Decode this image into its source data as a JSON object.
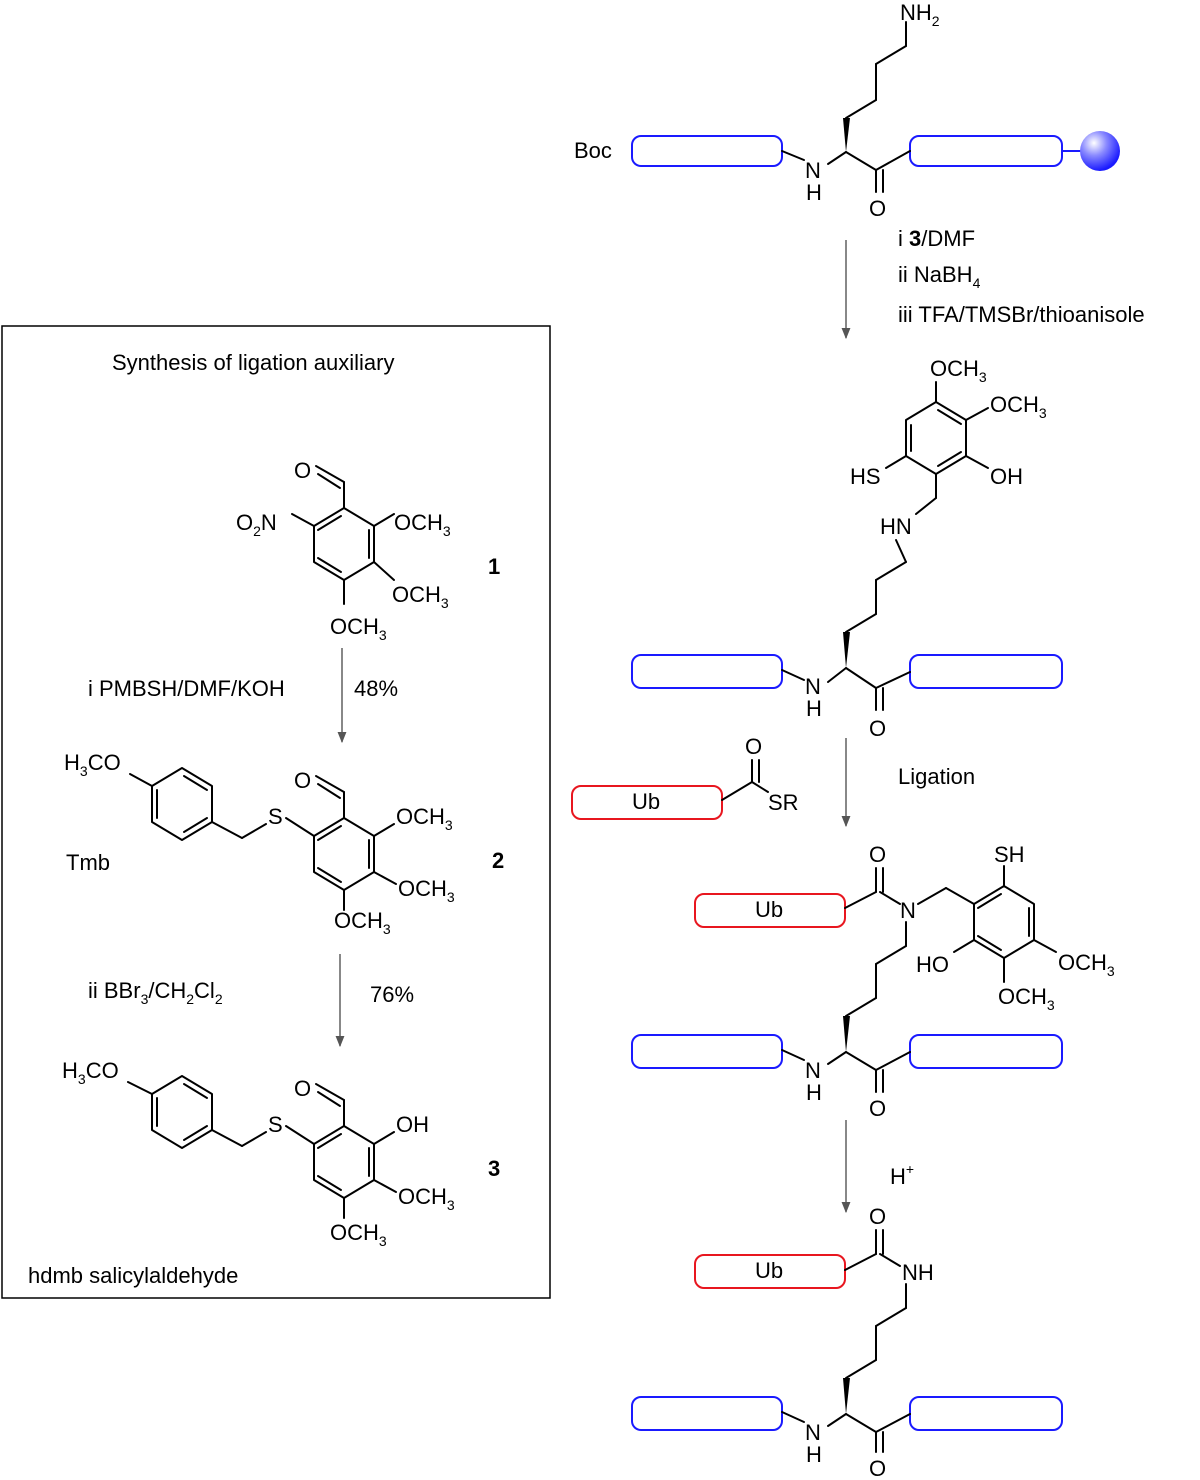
{
  "labels": {
    "boc": "Boc",
    "nh2_n": "NH",
    "sub2": "2",
    "sub3": "3",
    "sub4": "4",
    "n_h": "N",
    "h": "H",
    "o": "O",
    "step1_i_prefix": "i ",
    "step1_i_bold": "3",
    "step1_i_rest": "/DMF",
    "step1_ii": "ii NaBH",
    "step1_iii": "iii TFA/TMSBr/thioanisole",
    "och3": "OCH",
    "hs": "HS",
    "sh": "SH",
    "oh": "OH",
    "ho": "HO",
    "hn": "HN",
    "nh": "NH",
    "n": "N",
    "s": "S",
    "sr": "SR",
    "o2n": "O",
    "o2n_rest": "N",
    "h3co_h": "H",
    "h3co_rest": "CO",
    "ub": "Ub",
    "ligation": "Ligation",
    "hplus": "H",
    "plus": "+",
    "box_title": "Synthesis of ligation auxiliary",
    "cmpd1": "1",
    "cmpd2": "2",
    "cmpd3": "3",
    "step_a_reagent": "i PMBSH/DMF/KOH",
    "step_a_yield": "48%",
    "tmb": "Tmb",
    "step_b_reagent_a": "ii BBr",
    "step_b_reagent_b": "/CH",
    "step_b_reagent_c": "Cl",
    "step_b_yield": "76%",
    "hdmb": "hdmb salicylaldehyde"
  },
  "colors": {
    "peptide_outline": "#1a1aff",
    "ub_outline": "#e8161f",
    "resin_bead": "#3a3aff",
    "arrow": "#555555"
  }
}
